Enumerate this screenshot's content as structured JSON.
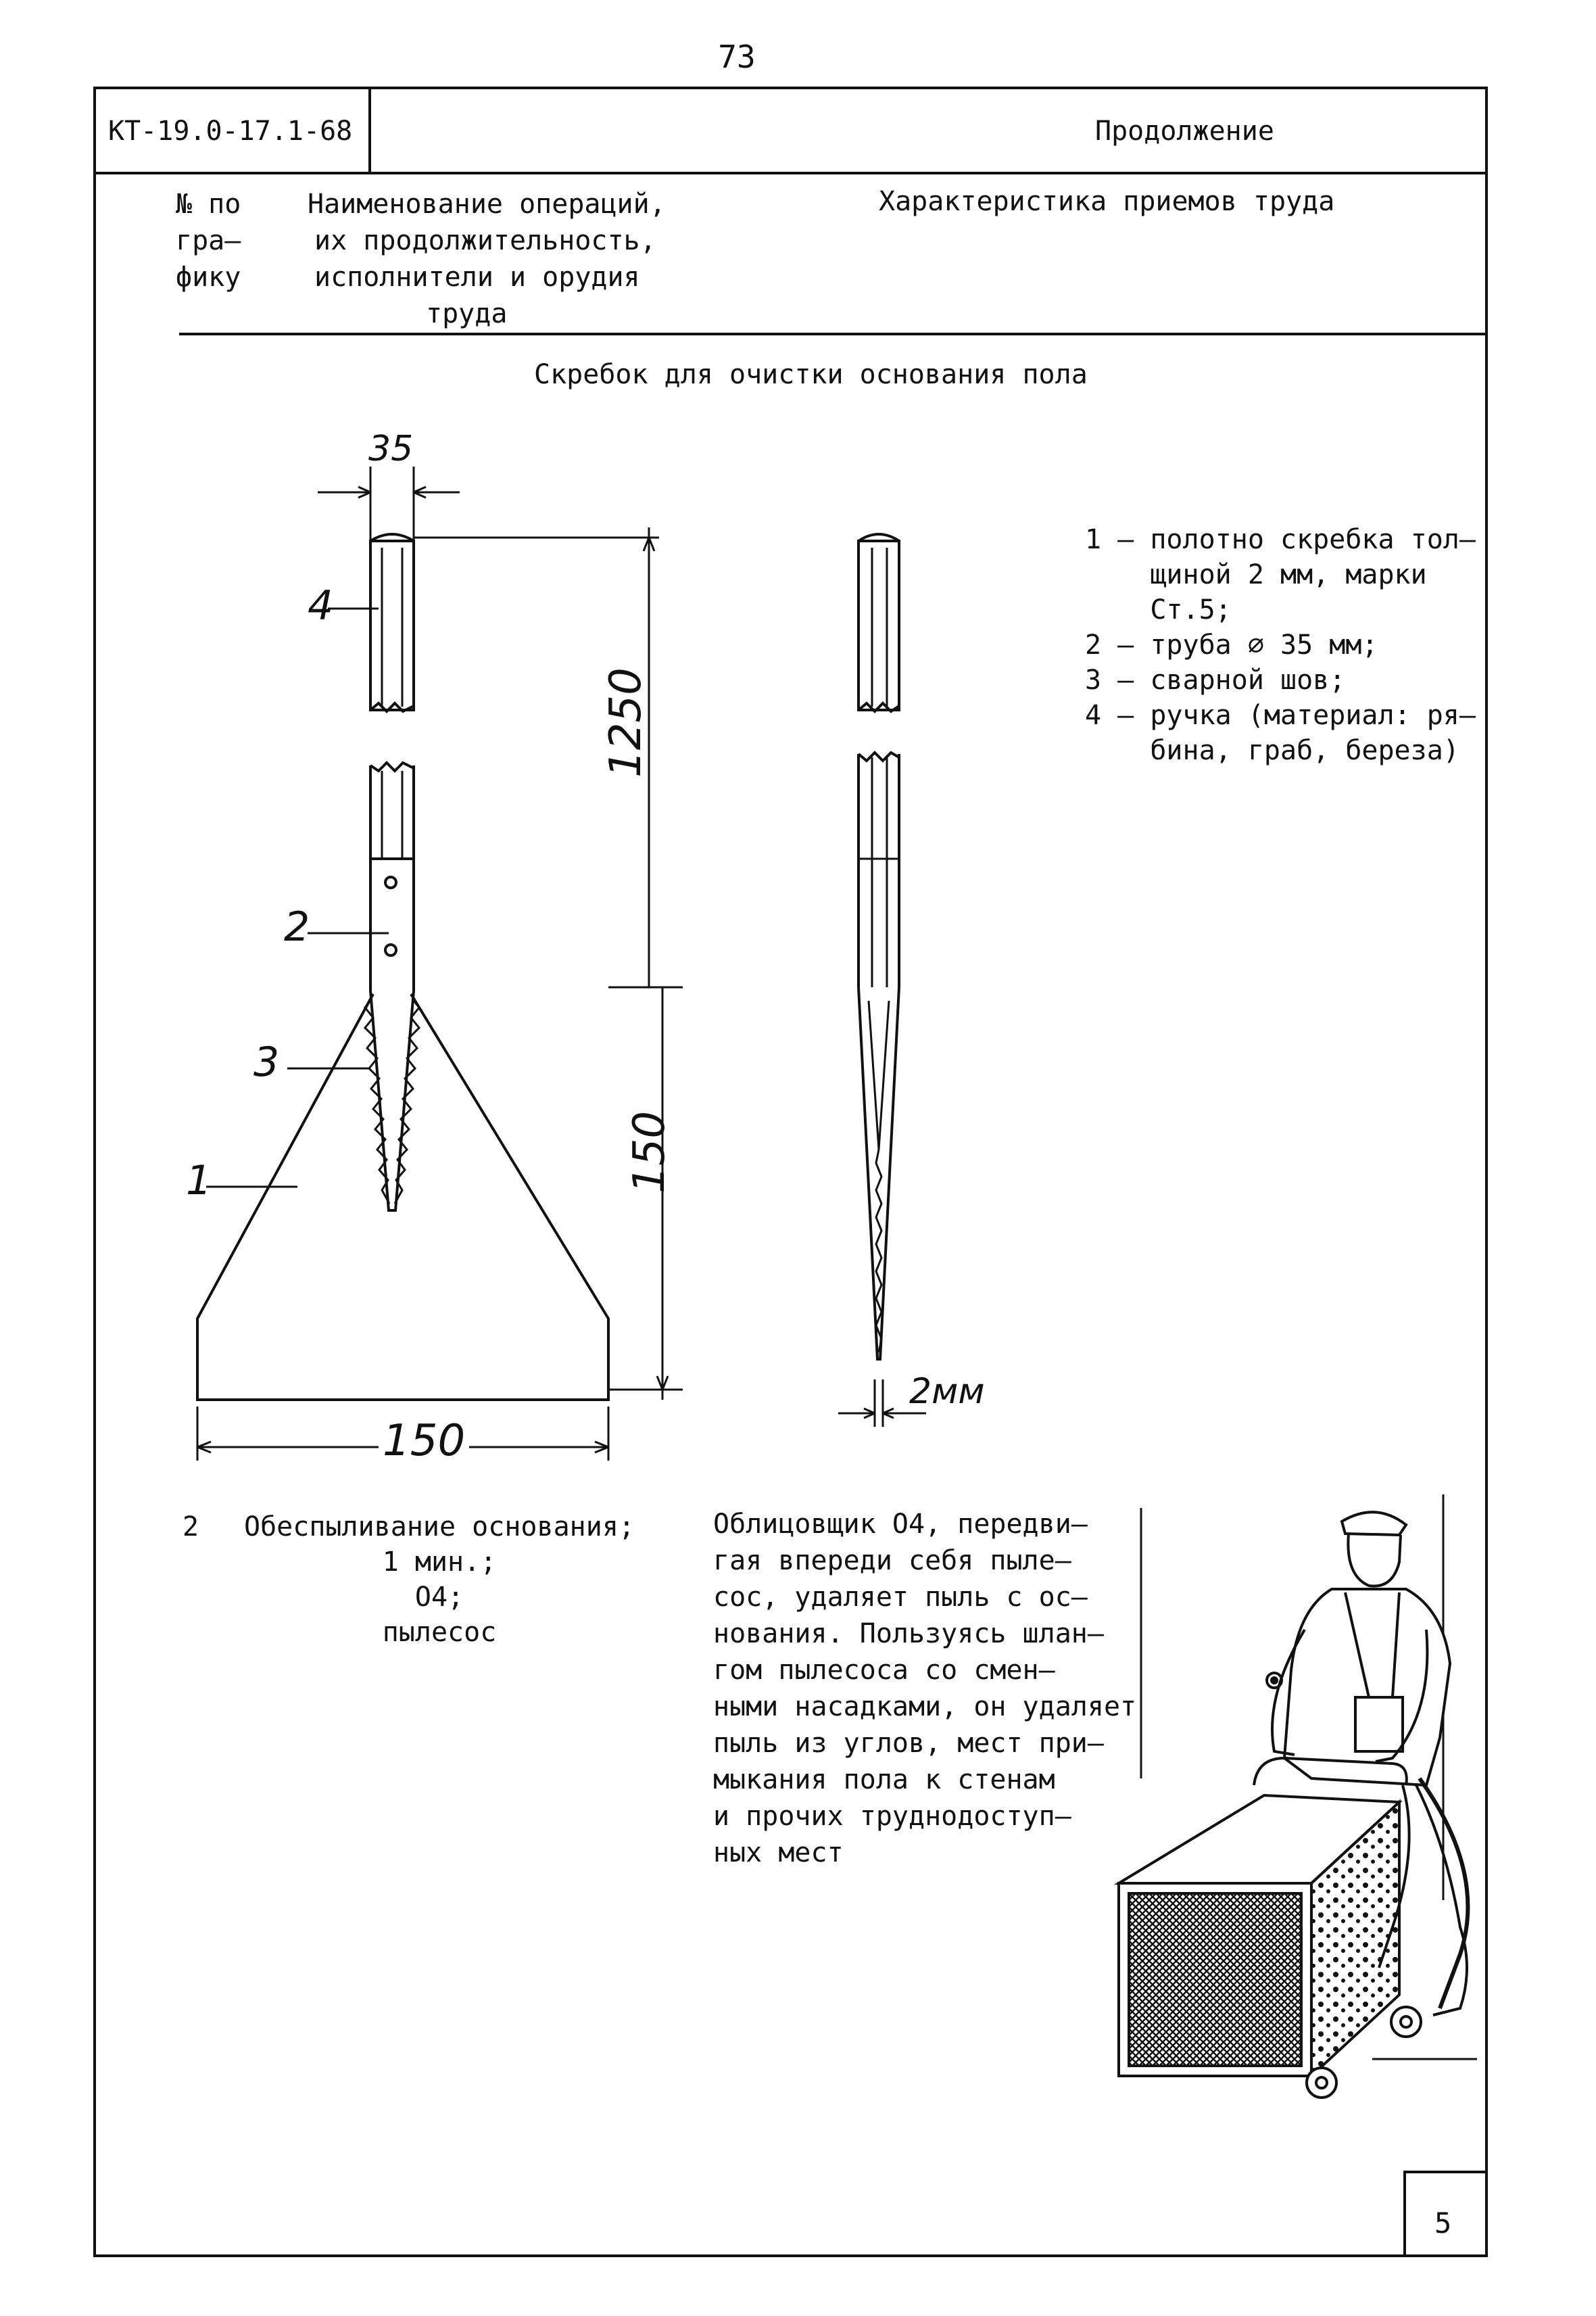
{
  "page_number": "73",
  "doc_code": "КТ-19.0-17.1-68",
  "continuation_label": "Продолжение",
  "table_header": {
    "col1_lines": [
      "№ по",
      "гра–",
      "фику"
    ],
    "col2_lines": [
      "Наименование операций,",
      "их продолжительность,",
      "исполнители и орудия",
      "труда"
    ],
    "col3": "Характеристика приемов труда"
  },
  "drawing": {
    "title": "Скребок для очистки основания пола",
    "dims": {
      "top_width": "35",
      "length": "1250",
      "blade_height": "150",
      "bottom_width": "150",
      "thickness": "2мм"
    },
    "callouts": [
      "1",
      "2",
      "3",
      "4"
    ],
    "legend": [
      "1 – полотно скребка тол–",
      "    щиной 2 мм, марки",
      "    Ст.5;",
      "2 – труба ∅ 35 мм;",
      "3 – сварной шов;",
      "4 – ручка (материал: ря–",
      "    бина, граб, береза)"
    ]
  },
  "operation": {
    "number": "2",
    "name_lines": [
      "Обеспыливание основания;",
      "1 мин.;",
      "О4;",
      "пылесос"
    ],
    "description_lines": [
      "Облицовщик О4, передви–",
      "гая впереди себя пыле–",
      "сос, удаляет пыль с ос–",
      "нования. Пользуясь шлан–",
      "гом пылесоса со смен–",
      "ными насадками, он удаляет",
      "пыль из углов, мест при–",
      "мыкания пола к стенам",
      "и прочих труднодоступ–",
      "ных мест"
    ]
  },
  "sheet_number": "5"
}
